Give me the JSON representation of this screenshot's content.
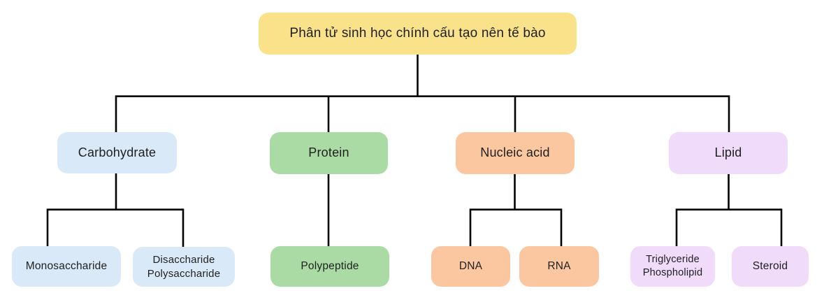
{
  "diagram": {
    "title_node": "Phân tử sinh học chính cấu tạo nên tế bào",
    "type": "tree-diagram",
    "colors": {
      "root": "#F9E289",
      "carbohydrate_branch": "#D9E9F8",
      "protein_branch": "#ABDBA4",
      "nucleic_branch": "#FAC7A0",
      "lipid_branch": "#F1DBFA",
      "line": "#000000",
      "text": "#1F1F1F",
      "background": "#FFFFFF"
    },
    "nodes": {
      "root": {
        "label": "Phân tử sinh học chính cấu tạo nên tế bào"
      },
      "carbohydrate": {
        "label": "Carbohydrate"
      },
      "protein": {
        "label": "Protein"
      },
      "nucleic_acid": {
        "label": "Nucleic acid"
      },
      "lipid": {
        "label": "Lipid"
      },
      "monosaccharide": {
        "label": "Monosaccharide"
      },
      "disaccharide_polysaccharide": {
        "label": "Disaccharide\nPolysaccharide"
      },
      "polypeptide": {
        "label": "Polypeptide"
      },
      "dna": {
        "label": "DNA"
      },
      "rna": {
        "label": "RNA"
      },
      "triglyceride_phospholipid": {
        "label": "Triglyceride\nPhospholipid"
      },
      "steroid": {
        "label": "Steroid"
      }
    },
    "hierarchy": [
      {
        "parent": "root",
        "children": [
          "carbohydrate",
          "protein",
          "nucleic_acid",
          "lipid"
        ]
      },
      {
        "parent": "carbohydrate",
        "children": [
          "monosaccharide",
          "disaccharide_polysaccharide"
        ]
      },
      {
        "parent": "protein",
        "children": [
          "polypeptide"
        ]
      },
      {
        "parent": "nucleic_acid",
        "children": [
          "dna",
          "rna"
        ]
      },
      {
        "parent": "lipid",
        "children": [
          "triglyceride_phospholipid",
          "steroid"
        ]
      }
    ]
  }
}
